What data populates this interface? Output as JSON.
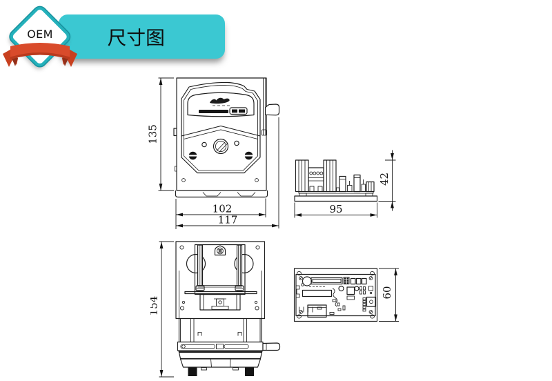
{
  "header": {
    "badge_text": "OEM",
    "title": "尺寸图",
    "colors": {
      "banner": "#3bc8d2",
      "badge_border": "#23b0bb",
      "ribbon": "#d8482b",
      "ribbon_fold": "#a43a1f"
    }
  },
  "views": {
    "front": {
      "dims": {
        "height": "135",
        "body_width": "102",
        "overall_width": "117"
      }
    },
    "side": {
      "dims": {
        "width": "95",
        "height": "42"
      }
    },
    "rear": {
      "dims": {
        "height": "154"
      }
    },
    "board": {
      "dims": {
        "height": "60"
      }
    }
  }
}
